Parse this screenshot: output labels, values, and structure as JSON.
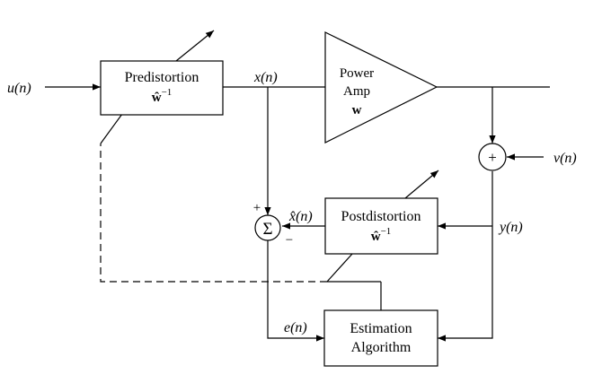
{
  "blocks": {
    "predistortion": {
      "title": "Predistortion",
      "param": "ŵ",
      "exp": "−1"
    },
    "power_amp": {
      "line1": "Power",
      "line2": "Amp",
      "param": "w"
    },
    "postdistortion": {
      "title": "Postdistortion",
      "param": "ŵ",
      "exp": "−1"
    },
    "estimation": {
      "line1": "Estimation",
      "line2": "Algorithm"
    }
  },
  "junctions": {
    "sum_symbol": "Σ",
    "plus_sign": "+",
    "minus_sign": "−",
    "adder_symbol": "+"
  },
  "signals": {
    "u": "u(n)",
    "x": "x(n)",
    "x_hat": "x̂(n)",
    "v": "v(n)",
    "y": "y(n)",
    "e": "e(n)"
  }
}
